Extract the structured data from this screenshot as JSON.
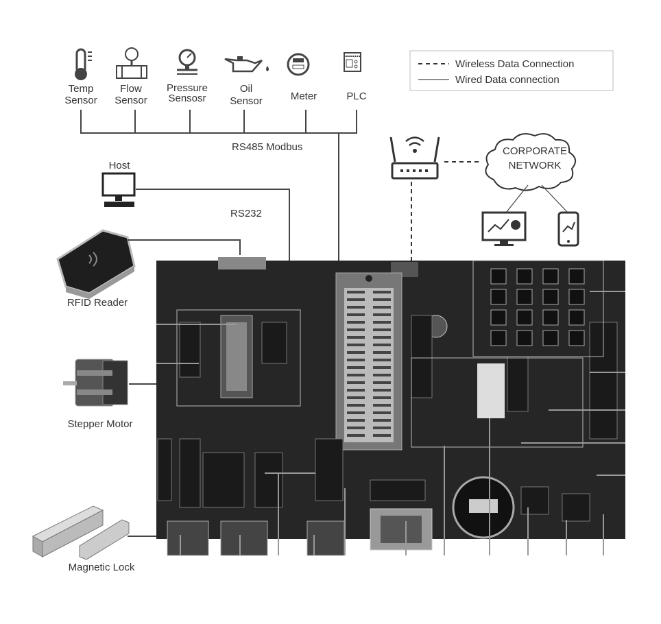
{
  "devices": [
    {
      "line1": "Temp",
      "line2": "Sensor",
      "icon": "thermometer-icon"
    },
    {
      "line1": "Flow",
      "line2": "Sensor",
      "icon": "flow-meter-icon"
    },
    {
      "line1": "Pressure",
      "line2": "Sensosr",
      "icon": "pressure-gauge-icon"
    },
    {
      "line1": "Oil",
      "line2": "Sensor",
      "icon": "oil-can-icon"
    },
    {
      "line1": "Meter",
      "icon": "meter-icon"
    },
    {
      "line1": "PLC",
      "icon": "plc-icon"
    }
  ],
  "bus_label": "RS485 Modbus",
  "legend": {
    "wireless": "Wireless Data Connection",
    "wired": "Wired Data connection"
  },
  "host_label": "Host",
  "rs232_label": "RS232",
  "rfid_label": "RFID Reader",
  "stepper_label": "Stepper Motor",
  "lock_label": "Magnetic Lock",
  "cloud": {
    "line1": "CORPORATE",
    "line2": "NETWORK"
  }
}
